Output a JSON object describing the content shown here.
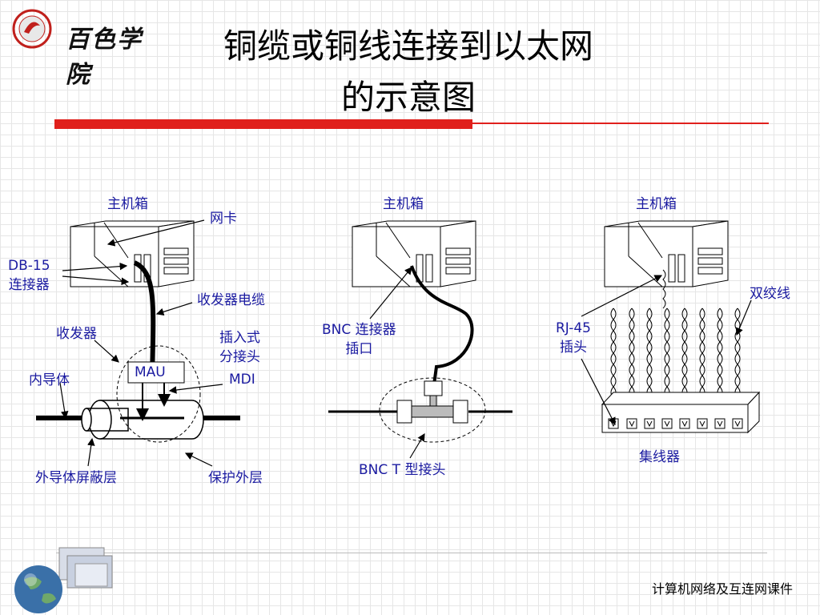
{
  "header": {
    "logo_text": "百色学院",
    "title_line1": "铜缆或铜线连接到以太网",
    "title_line2": "的示意图"
  },
  "diagram": {
    "panel1": {
      "host": "主机箱",
      "nic": "网卡",
      "db15": "DB-15\n连接器",
      "transceiver_cable": "收发器电缆",
      "transceiver": "收发器",
      "tap": "插入式\n分接头",
      "mdi": "MDI",
      "mau": "MAU",
      "inner_conductor": "内导体",
      "outer_shield": "外导体屏蔽层",
      "jacket": "保护外层"
    },
    "panel2": {
      "host": "主机箱",
      "bnc_port": "BNC 连接器\n插口",
      "bnc_t": "BNC T 型接头"
    },
    "panel3": {
      "host": "主机箱",
      "twisted_pair": "双绞线",
      "rj45": "RJ-45\n插头",
      "hub": "集线器"
    }
  },
  "footer": {
    "course": "计算机网络及互连网课件"
  },
  "colors": {
    "label": "#1a1aa0",
    "accent_red": "#e0201c"
  }
}
